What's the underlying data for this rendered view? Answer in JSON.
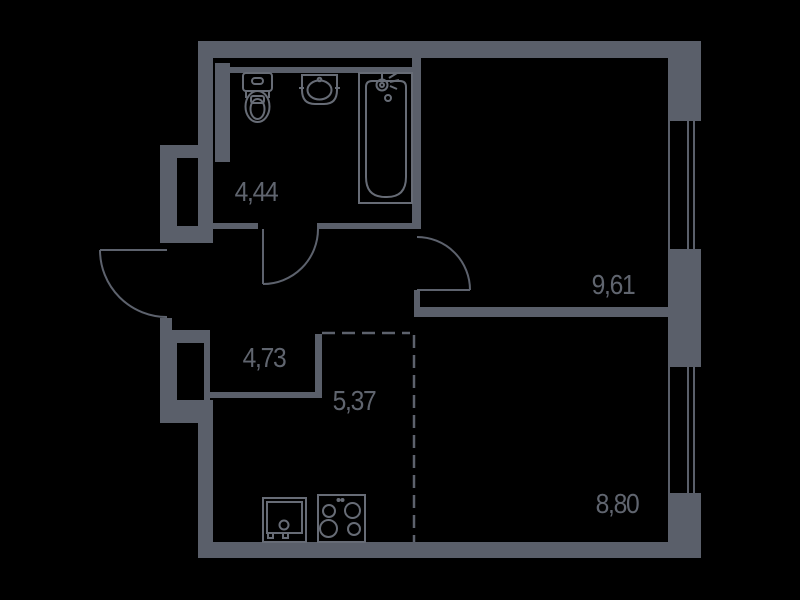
{
  "palette": {
    "background": "#000000",
    "wall": "#5a5f6a",
    "door_line": "#5d626d",
    "fixture_line": "#676c76",
    "label_text": "#60656f"
  },
  "floor_plan": {
    "type": "apartment-floor-plan",
    "area_unit_note": "comma-decimal room areas as printed",
    "rooms": [
      {
        "area": "4,44"
      },
      {
        "area": "9,61"
      },
      {
        "area": "4,73"
      },
      {
        "area": "5,37"
      },
      {
        "area": "8,80"
      }
    ],
    "fixtures": [
      "toilet",
      "wash-basin",
      "bathtub",
      "bath-mixer",
      "kitchen-sink-cabinet",
      "cooktop-4-burners"
    ],
    "features": [
      "entry-door-swing",
      "bathroom-door-swing",
      "room-door-swing",
      "window-right-upper",
      "window-right-lower",
      "dashed-zone-divider",
      "wall-shafts"
    ]
  }
}
